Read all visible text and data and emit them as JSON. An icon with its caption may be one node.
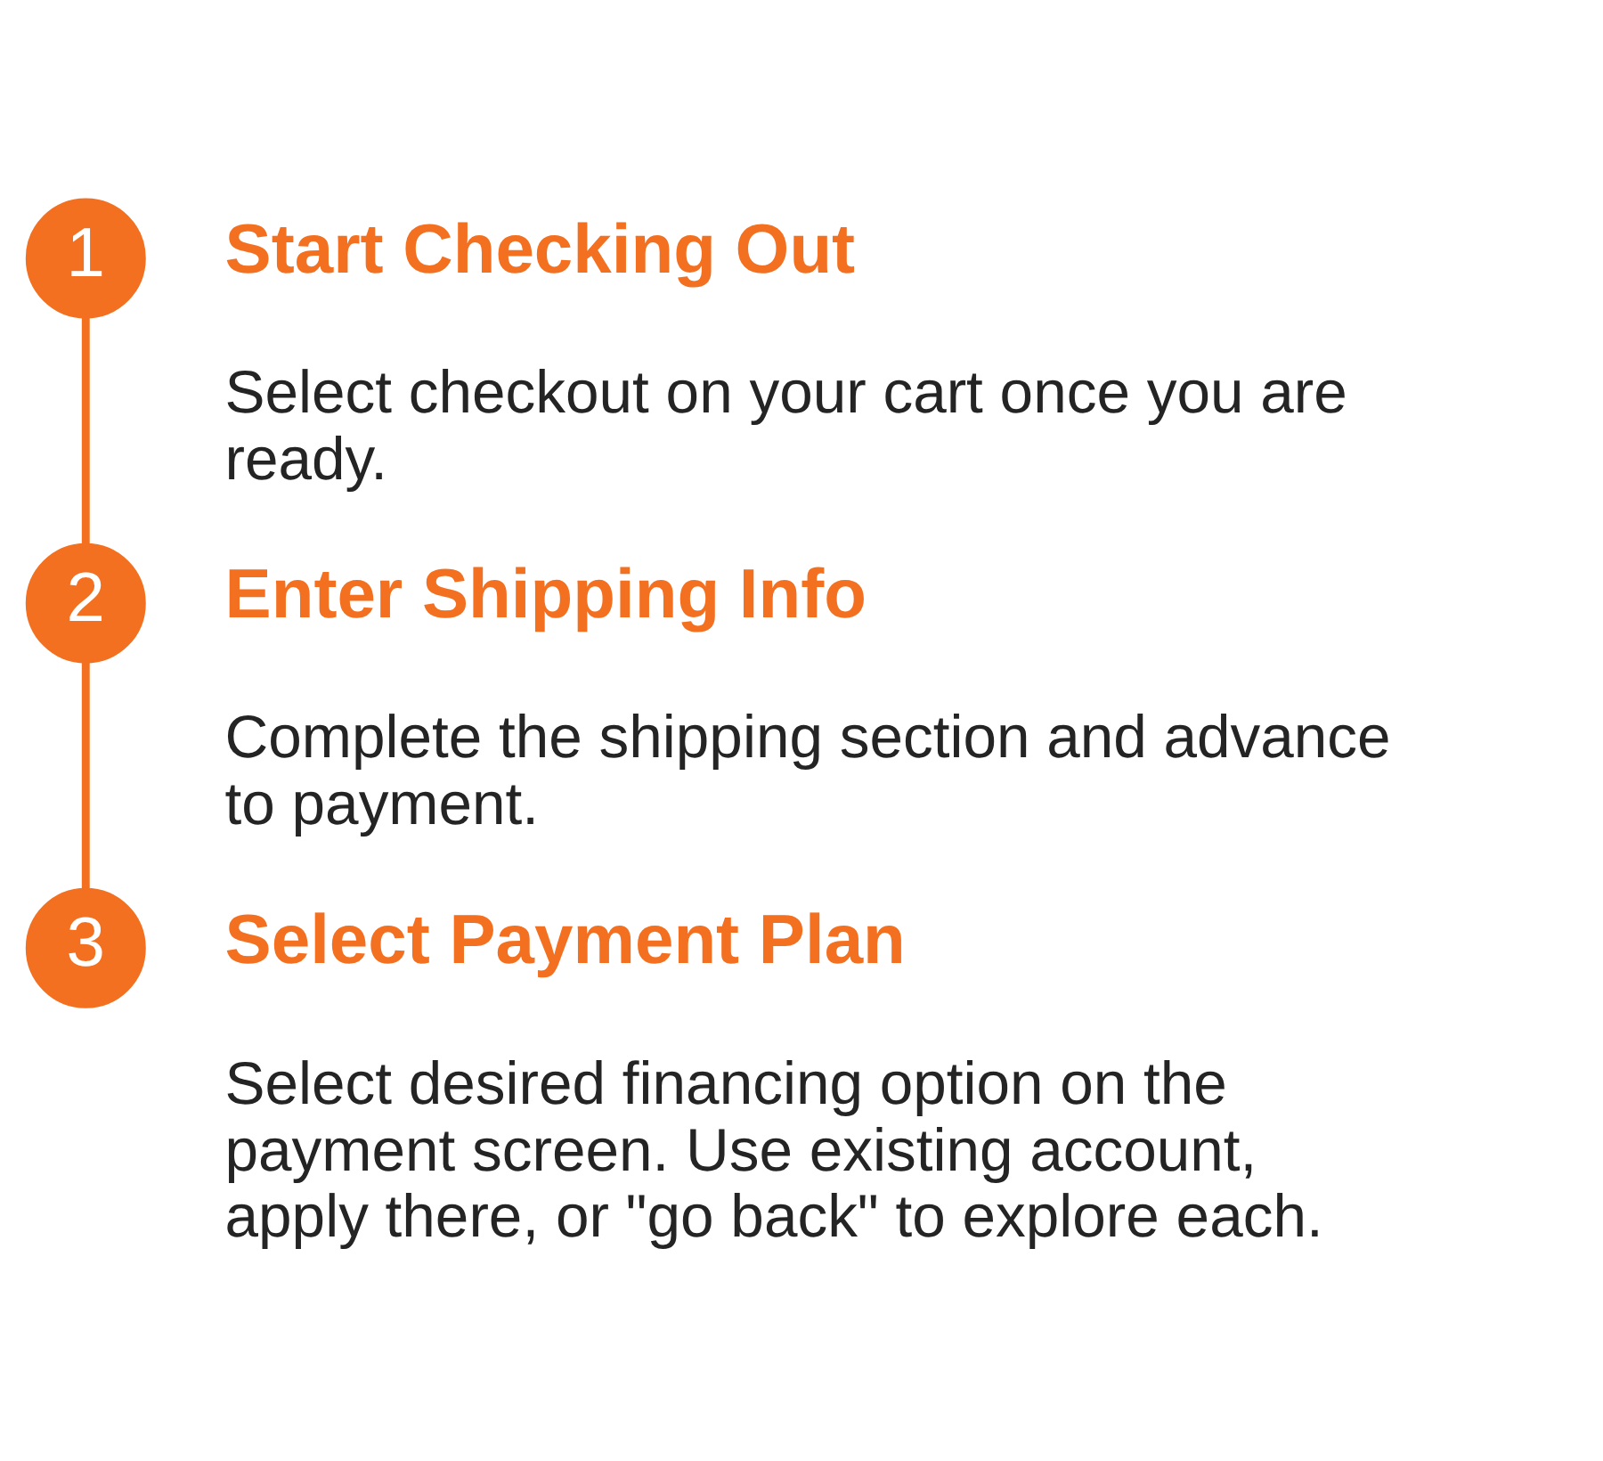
{
  "diagram": {
    "nodes": [
      {
        "text": [
          "1"
        ],
        "beside": [
          "Start Checking Out",
          "Select checkout on your cart once you are ready."
        ]
      },
      {
        "text": [
          "2"
        ],
        "beside": [
          "Enter Shipping Info",
          "Complete the shipping section and advance to payment."
        ]
      },
      {
        "text": [
          "3"
        ],
        "beside": [
          "Select Payment Plan",
          "Select desired financing option on the payment screen. Use existing account, apply there, or \"go back\" to explore each."
        ]
      }
    ],
    "edges": [
      {
        "from": 0,
        "to": 1,
        "arrow": "none"
      },
      {
        "from": 1,
        "to": 2,
        "arrow": "none"
      }
    ]
  }
}
